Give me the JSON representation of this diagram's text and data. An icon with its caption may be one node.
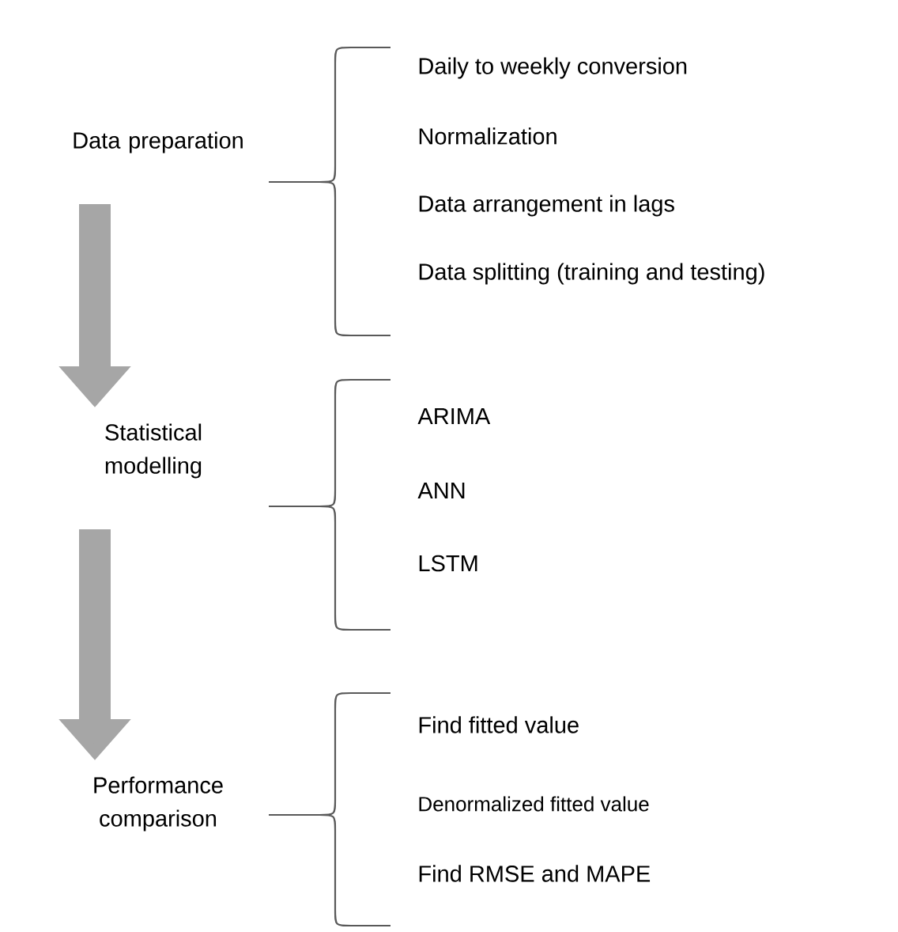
{
  "diagram": {
    "nodes": [
      {
        "text": [
          "Data preparation"
        ]
      },
      {
        "text": [
          "Statistical modelling"
        ]
      },
      {
        "text": [
          "Performance comparison"
        ]
      }
    ],
    "edges": [
      {
        "from": 0,
        "to": 1,
        "arrow": "to"
      },
      {
        "from": 1,
        "to": 2,
        "arrow": "to"
      }
    ],
    "labels": [
      "Daily to weekly conversion",
      "Normalization",
      "Data arrangement in lags",
      "Data splitting (training and testing)",
      "ARIMA",
      "ANN",
      "LSTM",
      "Find fitted value",
      "Denormalized fitted value",
      "Find RMSE and MAPE"
    ]
  }
}
